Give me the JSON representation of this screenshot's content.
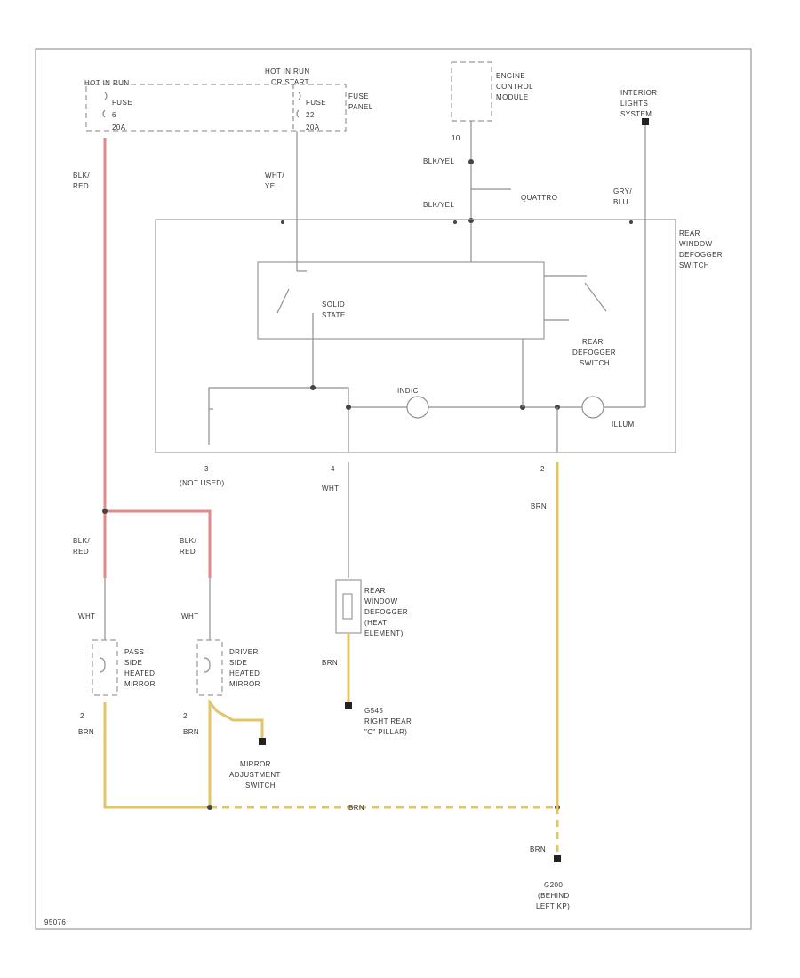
{
  "labels": {
    "hot_in_run_left": "HOT IN RUN",
    "fuse_left": "FUSE",
    "fuse_left_num": "6",
    "fuse_left_amp": "20A",
    "hot_in_run_right_1": "HOT IN RUN",
    "hot_in_run_right_2": "OR START",
    "fuse_right": "FUSE",
    "fuse_right_num": "22",
    "fuse_right_amp": "20A",
    "fuse_panel_1": "FUSE",
    "fuse_panel_2": "PANEL",
    "ecm_1": "ENGINE",
    "ecm_2": "CONTROL",
    "ecm_3": "MODULE",
    "ecm_pin": "10",
    "ils_1": "INTERIOR",
    "ils_2": "LIGHTS",
    "ils_3": "SYSTEM",
    "wire_blk_red_top_1": "BLK/",
    "wire_blk_red_top_2": "RED",
    "wire_wht_yel_1": "WHT/",
    "wire_wht_yel_2": "YEL",
    "wire_blk_yel_1": "BLK/YEL",
    "wire_blk_yel_2": "BLK/YEL",
    "quattro": "QUATTRO",
    "wire_gry_blu_1": "GRY/",
    "wire_gry_blu_2": "BLU",
    "rwd_switch_1": "REAR",
    "rwd_switch_2": "WINDOW",
    "rwd_switch_3": "DEFOGGER",
    "rwd_switch_4": "SWITCH",
    "solid_1": "SOLID",
    "solid_2": "STATE",
    "rear_def_1": "REAR",
    "rear_def_2": "DEFOGGER",
    "rear_def_3": "SWITCH",
    "indic": "INDIC",
    "illum": "ILLUM",
    "pin_3": "3",
    "not_used": "(NOT USED)",
    "pin_4": "4",
    "pin_2": "2",
    "wire_wht_center": "WHT",
    "wire_brn_right": "BRN",
    "wire_blk_red_l_1": "BLK/",
    "wire_blk_red_l_2": "RED",
    "wire_blk_red_r_1": "BLK/",
    "wire_blk_red_r_2": "RED",
    "wire_wht_l": "WHT",
    "wire_wht_r": "WHT",
    "pass_1": "PASS",
    "pass_2": "SIDE",
    "pass_3": "HEATED",
    "pass_4": "MIRROR",
    "drv_1": "DRIVER",
    "drv_2": "SIDE",
    "drv_3": "HEATED",
    "drv_4": "MIRROR",
    "heat_1": "REAR",
    "heat_2": "WINDOW",
    "heat_3": "DEFOGGER",
    "heat_4": "(HEAT",
    "heat_5": "ELEMENT)",
    "wire_brn_center": "BRN",
    "g_right_rear_1": "G545",
    "g_right_rear_2": "RIGHT REAR",
    "g_right_rear_3": "\"C\" PILLAR)",
    "pin_2_l": "2",
    "pin_2_r": "2",
    "wire_brn_l": "BRN",
    "wire_brn_r": "BRN",
    "mirror_adj_1": "MIRROR",
    "mirror_adj_2": "ADJUSTMENT",
    "mirror_adj_3": "SWITCH",
    "wire_brn_bottom": "BRN",
    "wire_brn_ground": "BRN",
    "g_bottom_1": "G200",
    "g_bottom_2": "(BEHIND",
    "g_bottom_3": "LEFT KP)",
    "diagram_id": "95076"
  }
}
